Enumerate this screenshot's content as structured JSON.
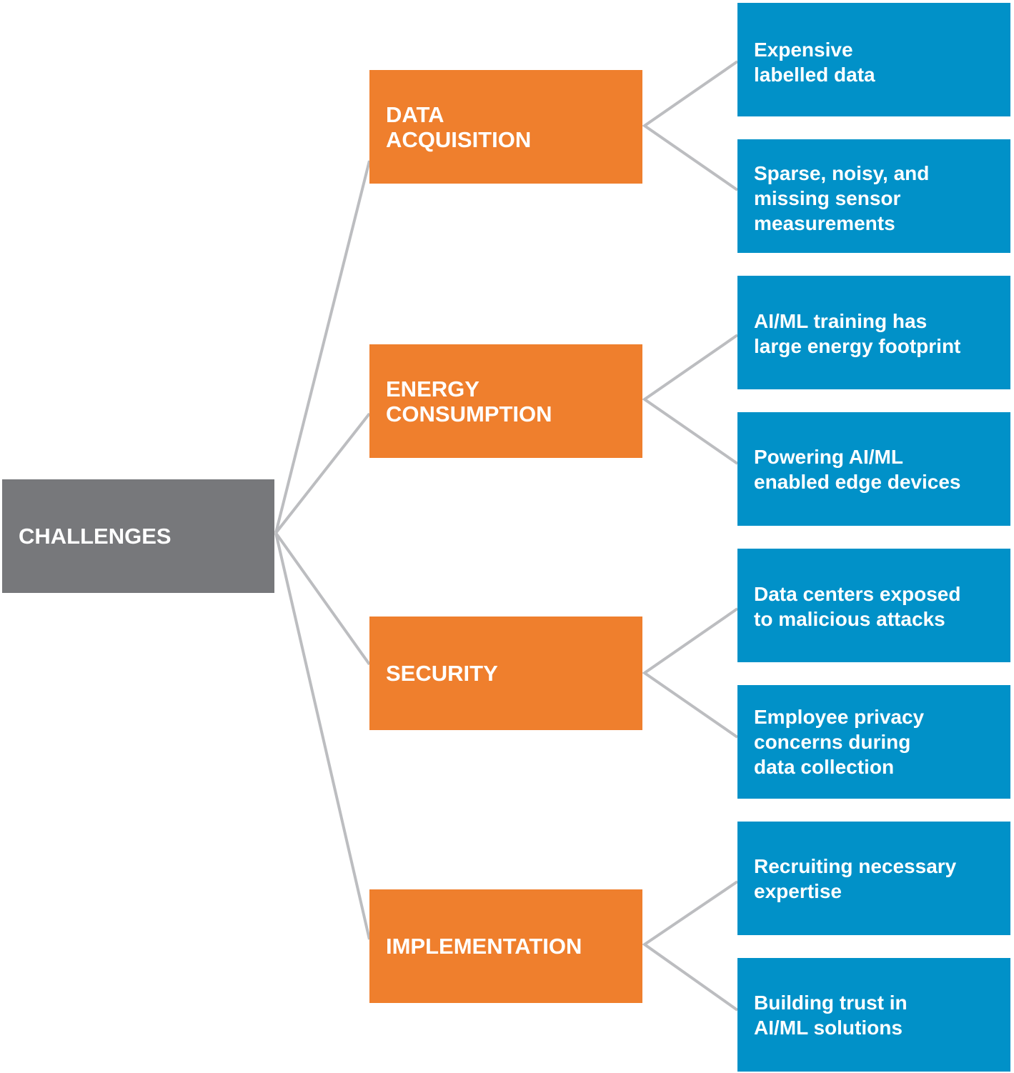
{
  "root": {
    "label": "CHALLENGES"
  },
  "categories": [
    {
      "label": "DATA\nACQUISITION",
      "items": [
        "Expensive\nlabelled data",
        "Sparse, noisy, and\nmissing sensor\nmeasurements"
      ]
    },
    {
      "label": "ENERGY\nCONSUMPTION",
      "items": [
        "AI/ML training has\nlarge energy footprint",
        "Powering AI/ML\nenabled edge devices"
      ]
    },
    {
      "label": "SECURITY",
      "items": [
        "Data centers exposed\nto malicious attacks",
        "Employee privacy\nconcerns during\ndata collection"
      ]
    },
    {
      "label": "IMPLEMENTATION",
      "items": [
        "Recruiting necessary\nexpertise",
        "Building trust in\nAI/ML solutions"
      ]
    }
  ],
  "colors": {
    "root": "#77787b",
    "category": "#ef7f2d",
    "item": "#0191c8",
    "connector": "#bcbdc0"
  }
}
